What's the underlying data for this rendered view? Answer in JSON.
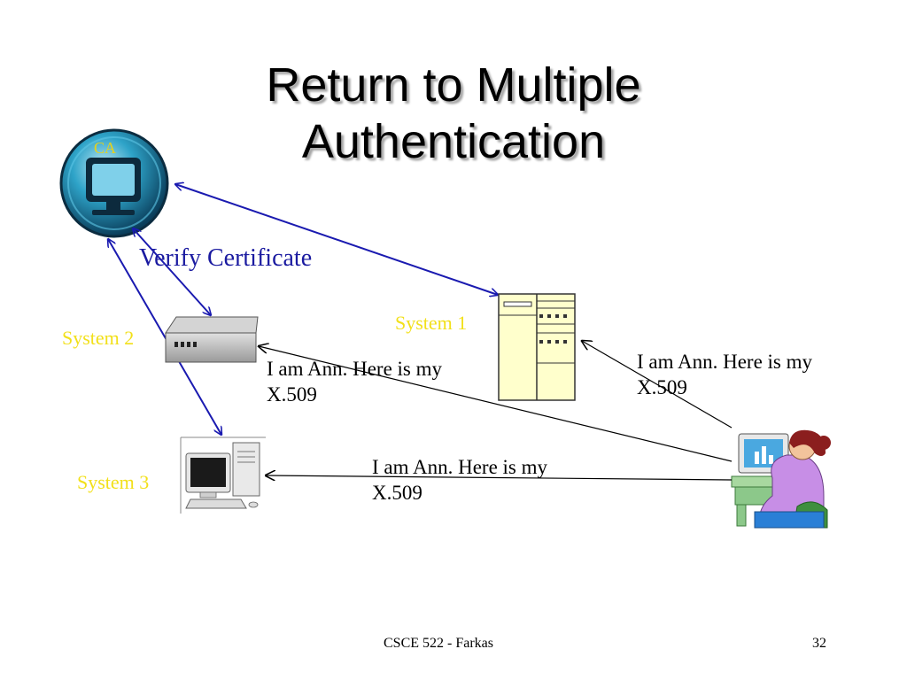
{
  "slide": {
    "title_line1": "Return to Multiple",
    "title_line2": "Authentication",
    "ca_label": "CA",
    "verify_label": "Verify Certificate",
    "systems": {
      "system1": "System 1",
      "system2": "System 2",
      "system3": "System 3"
    },
    "messages": {
      "to_system1": {
        "line1": "I am Ann.  Here is my",
        "line2": "X.509"
      },
      "to_system2": {
        "line1": "I am Ann.  Here is my",
        "line2": "X.509"
      },
      "to_system3": {
        "line1": "I am Ann.  Here is my",
        "line2": "X.509"
      }
    },
    "footer": {
      "course": "CSCE 522 - Farkas",
      "page": "32"
    },
    "colors": {
      "blue_arrow": "#1a1ab0",
      "black_arrow": "#000000",
      "yellow_label": "#f2e01a"
    },
    "icons": [
      "ca-computer-icon",
      "server-system-1-icon",
      "network-device-system-2-icon",
      "desktop-pc-system-3-icon",
      "user-ann-icon"
    ]
  }
}
